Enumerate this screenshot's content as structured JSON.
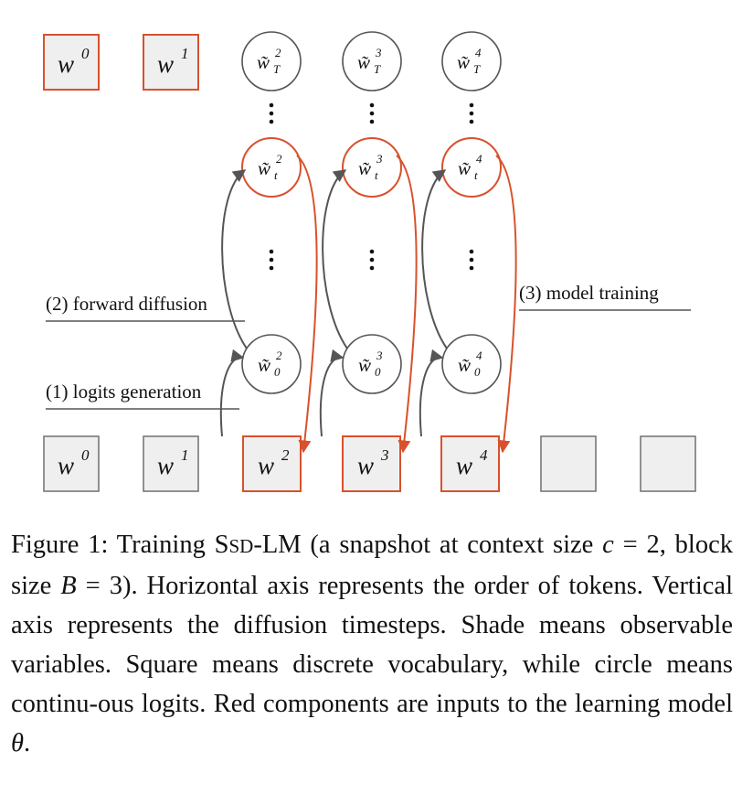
{
  "diagram": {
    "top_tokens": [
      {
        "base": "w",
        "sup": "0"
      },
      {
        "base": "w",
        "sup": "1"
      }
    ],
    "top_circles": [
      {
        "base": "w̃",
        "sup": "2",
        "sub": "T"
      },
      {
        "base": "w̃",
        "sup": "3",
        "sub": "T"
      },
      {
        "base": "w̃",
        "sup": "4",
        "sub": "T"
      }
    ],
    "mid_circles": [
      {
        "base": "w̃",
        "sup": "2",
        "sub": "t"
      },
      {
        "base": "w̃",
        "sup": "3",
        "sub": "t"
      },
      {
        "base": "w̃",
        "sup": "4",
        "sub": "t"
      }
    ],
    "low_circles": [
      {
        "base": "w̃",
        "sup": "2",
        "sub": "0"
      },
      {
        "base": "w̃",
        "sup": "3",
        "sub": "0"
      },
      {
        "base": "w̃",
        "sup": "4",
        "sub": "0"
      }
    ],
    "bottom_tokens": [
      {
        "base": "w",
        "sup": "0"
      },
      {
        "base": "w",
        "sup": "1"
      },
      {
        "base": "w",
        "sup": "2"
      },
      {
        "base": "w",
        "sup": "3"
      },
      {
        "base": "w",
        "sup": "4"
      },
      {
        "base": "",
        "sup": ""
      },
      {
        "base": "",
        "sup": ""
      }
    ],
    "labels": {
      "forward_diffusion": "(2) forward diffusion",
      "logits_generation": "(1) logits generation",
      "model_training": "(3) model training"
    },
    "colors": {
      "red": "#d9512c",
      "gray_line": "#555555",
      "shade": "#efefef"
    }
  },
  "caption": {
    "figure_label": "Figure 1:",
    "p1": " Training ",
    "ssd_s": "S",
    "ssd_sc": "SD",
    "ssd_rest": "-LM (a snapshot at context size ",
    "c": "c",
    "eq1": " = 2, block size ",
    "B": "B",
    "eq2": " = 3). Horizontal axis represents the order of tokens. Vertical axis represents the diffusion timesteps. Shade means observable variables. Square means discrete vocabulary, while circle means continu-ous logits. Red components are inputs to the learning model ",
    "theta": "θ",
    "end": "."
  }
}
